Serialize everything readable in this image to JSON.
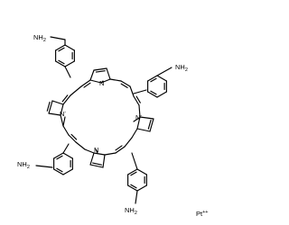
{
  "molecule": {
    "amine_groups": [
      {
        "label": "NH2",
        "symbol": "N",
        "h": "H",
        "count": "2"
      },
      {
        "label": "NH2",
        "symbol": "N",
        "h": "H",
        "count": "2"
      },
      {
        "label": "NH2",
        "symbol": "N",
        "h": "H",
        "count": "2"
      },
      {
        "label": "NH2",
        "symbol": "N",
        "h": "H",
        "count": "2"
      }
    ],
    "ring_nitrogens": [
      {
        "symbol": "N",
        "charge": ""
      },
      {
        "symbol": "N",
        "charge": "-"
      },
      {
        "symbol": "N",
        "charge": "-"
      },
      {
        "symbol": "N",
        "charge": ""
      }
    ],
    "counterion": {
      "symbol": "Pt",
      "charge": "++"
    }
  },
  "colors": {
    "bond": "#000000",
    "text": "#000000",
    "background": "#ffffff"
  }
}
